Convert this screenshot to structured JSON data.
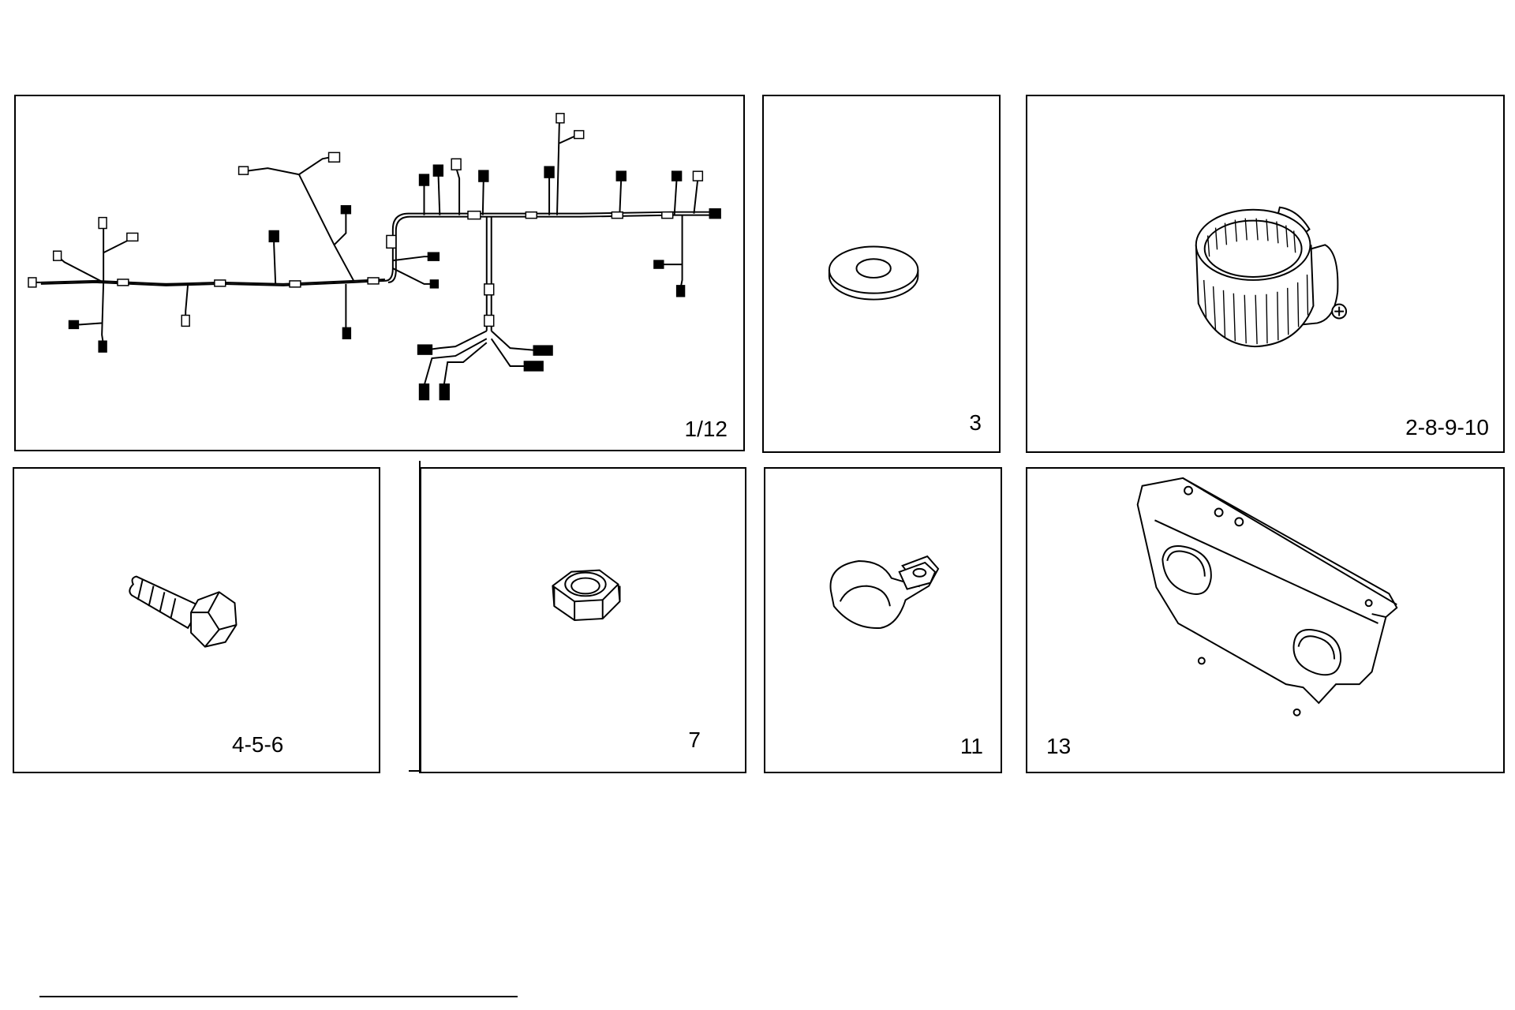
{
  "colors": {
    "line": "#000000",
    "background": "#ffffff",
    "fill": "#ffffff"
  },
  "panels": [
    {
      "id": "harness",
      "label": "1/12",
      "icon": "wiring-harness-icon"
    },
    {
      "id": "washer",
      "label": "3",
      "icon": "washer-icon"
    },
    {
      "id": "hose-clamp",
      "label": "2-8-9-10",
      "icon": "hose-clamp-icon"
    },
    {
      "id": "bolt",
      "label": "4-5-6",
      "icon": "bolt-icon"
    },
    {
      "id": "nut",
      "label": "7",
      "icon": "hex-nut-icon"
    },
    {
      "id": "p-clip",
      "label": "11",
      "icon": "p-clip-icon"
    },
    {
      "id": "bracket",
      "label": "13",
      "icon": "bracket-icon"
    }
  ]
}
